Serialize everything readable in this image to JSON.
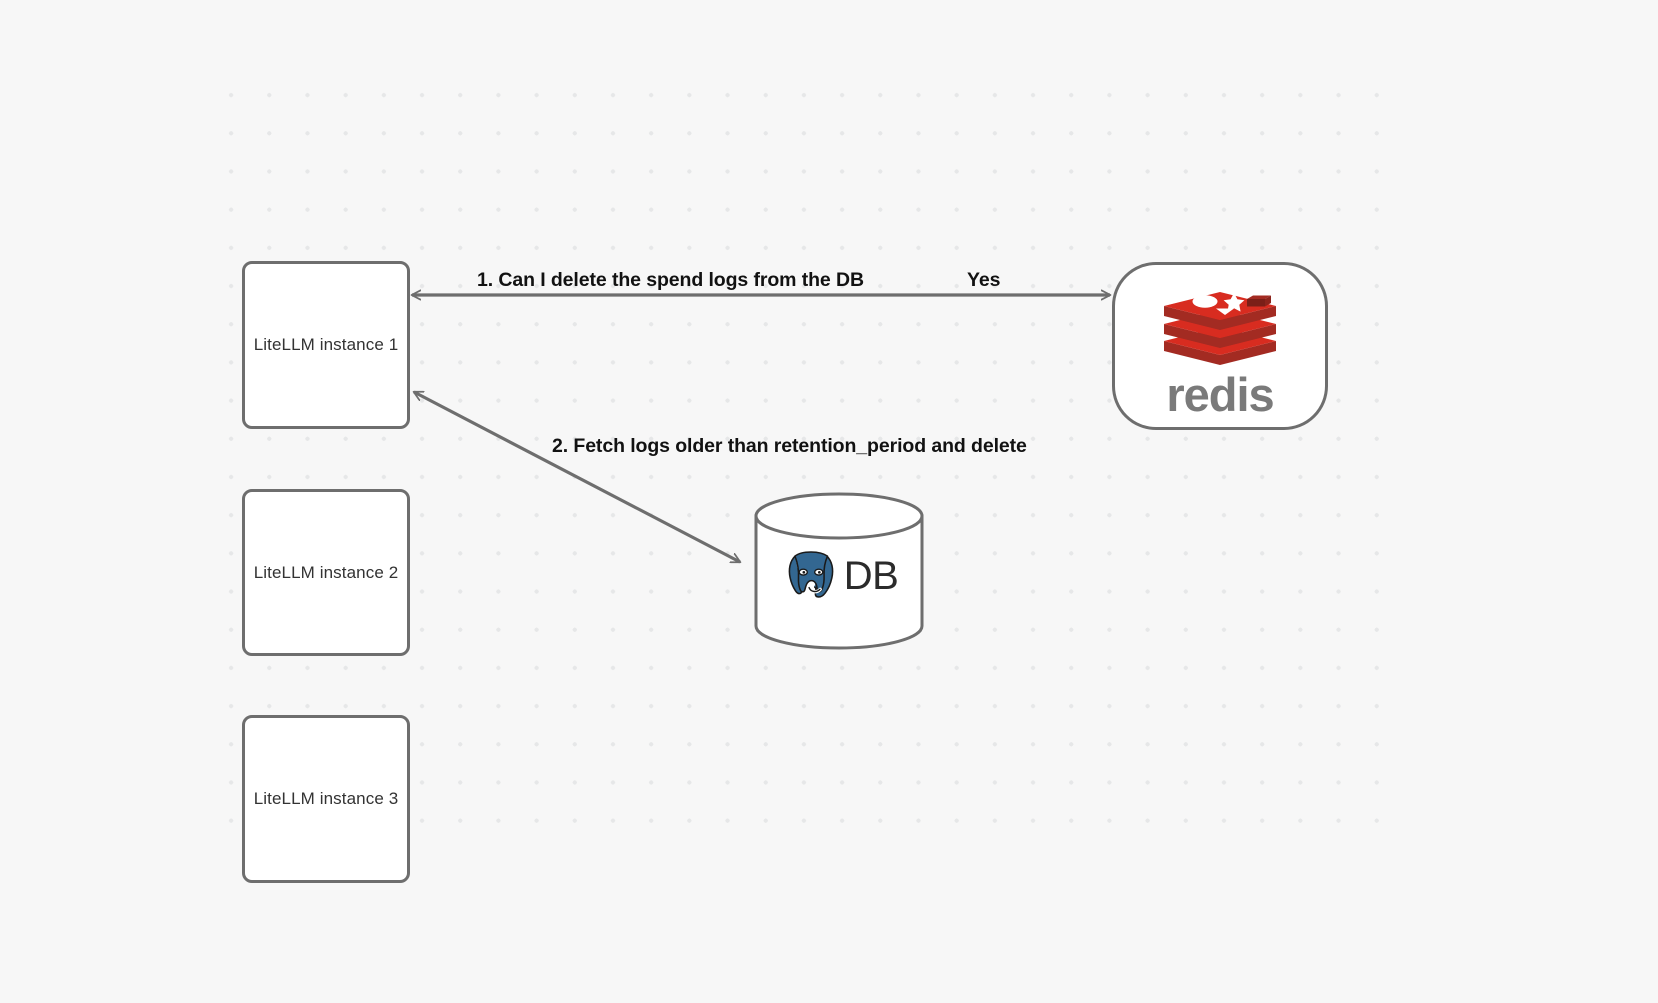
{
  "diagram": {
    "background_color": "#f7f7f7",
    "grid_dot_color": "#e6e7e8",
    "node_border_color": "#6e6e6e",
    "edge_color": "#6e6e6e",
    "label_color": "#121212",
    "nodes": [
      {
        "id": "litellm-1",
        "label": "LiteLLM instance 1"
      },
      {
        "id": "litellm-2",
        "label": "LiteLLM instance 2"
      },
      {
        "id": "litellm-3",
        "label": "LiteLLM instance 3"
      },
      {
        "id": "redis",
        "label": "redis",
        "logo": "redis-logo",
        "logo_color": "#d82c20",
        "wordmark_color": "#7a7a7a"
      },
      {
        "id": "postgres-db",
        "label": "DB",
        "logo": "postgresql-elephant-logo",
        "logo_color": "#336791"
      }
    ],
    "edges": [
      {
        "id": "edge-redis-request",
        "from": "litellm-1",
        "to": "redis",
        "label": "1.  Can I delete the spend logs from the DB",
        "reply_label": "Yes",
        "arrowheads": "both"
      },
      {
        "id": "edge-db-fetch",
        "from": "litellm-1",
        "to": "postgres-db",
        "label": "2.  Fetch logs older than retention_period and delete",
        "arrowheads": "both"
      }
    ]
  }
}
